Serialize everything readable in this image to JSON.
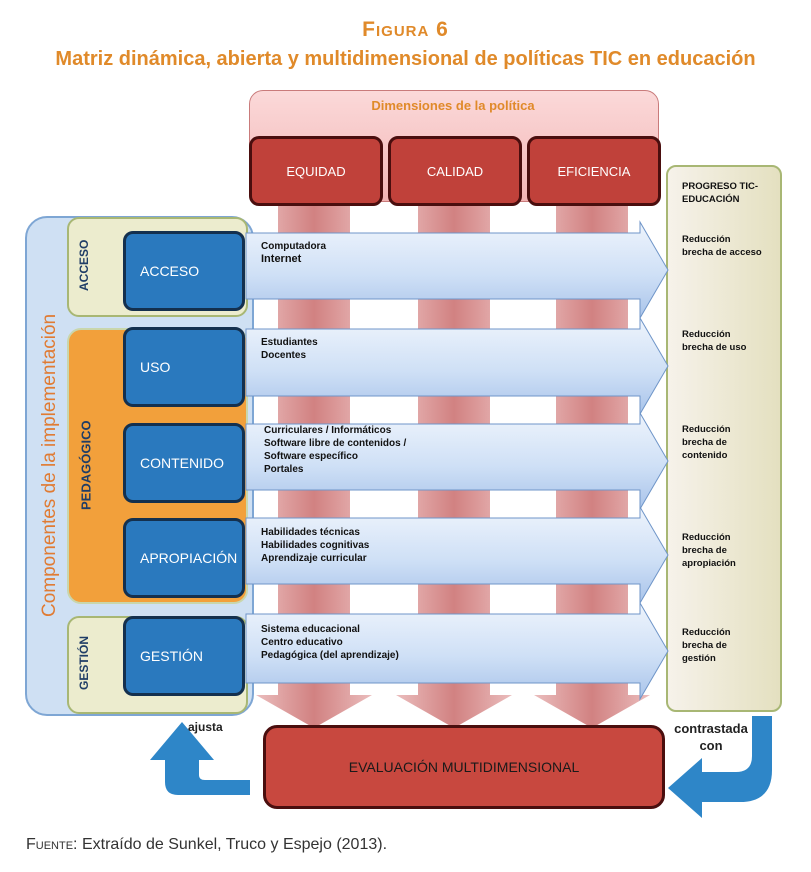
{
  "figure": {
    "label": "Figura 6",
    "title": "Matriz dinámica, abierta y multidimensional de políticas TIC en educación"
  },
  "dimensions": {
    "title": "Dimensiones de la política",
    "items": [
      "EQUIDAD",
      "CALIDAD",
      "EFICIENCIA"
    ]
  },
  "components": {
    "title": "Componentes de la implementación",
    "groups": [
      "ACCESO",
      "PEDAGÓGICO",
      "GESTIÓN"
    ]
  },
  "rows": [
    {
      "label": "ACCESO",
      "details": [
        "Computadora",
        "Internet"
      ],
      "outcome": [
        "Reducción",
        "brecha de acceso"
      ]
    },
    {
      "label": "USO",
      "details": [
        "Estudiantes",
        "Docentes"
      ],
      "outcome": [
        "Reducción",
        "brecha de uso"
      ]
    },
    {
      "label": "CONTENIDO",
      "details": [
        "Curriculares / Informáticos",
        "Software libre de contenidos /",
        "Software específico",
        "Portales"
      ],
      "outcome": [
        "Reducción",
        "brecha de",
        "contenido"
      ]
    },
    {
      "label": "APROPIACIÓN",
      "details": [
        "Habilidades técnicas",
        "Habilidades cognitivas",
        "Aprendizaje curricular"
      ],
      "outcome": [
        "Reducción",
        "brecha de",
        "apropiación"
      ]
    },
    {
      "label": "GESTIÓN",
      "details": [
        "Sistema educacional",
        "Centro educativo",
        "Pedagógica (del aprendizaje)"
      ],
      "outcome": [
        "Reducción",
        "brecha de",
        "gestión"
      ]
    }
  ],
  "progress": {
    "title": [
      "PROGRESO TIC-",
      "EDUCACIÓN"
    ]
  },
  "evaluation": {
    "label": "EVALUACIÓN MULTIDIMENSIONAL"
  },
  "feedback": {
    "left": "ajusta",
    "right": [
      "contrastada",
      "con"
    ]
  },
  "source": {
    "prefix": "Fuente:",
    "text": "Extraído de Sunkel, Truco y Espejo (2013)."
  },
  "colors": {
    "accent": "#E08A2A",
    "red_box": "#C0413A",
    "blue_box": "#2A79BE",
    "orange": "#F2A03B",
    "arrow_blue": "#2E86C8"
  }
}
